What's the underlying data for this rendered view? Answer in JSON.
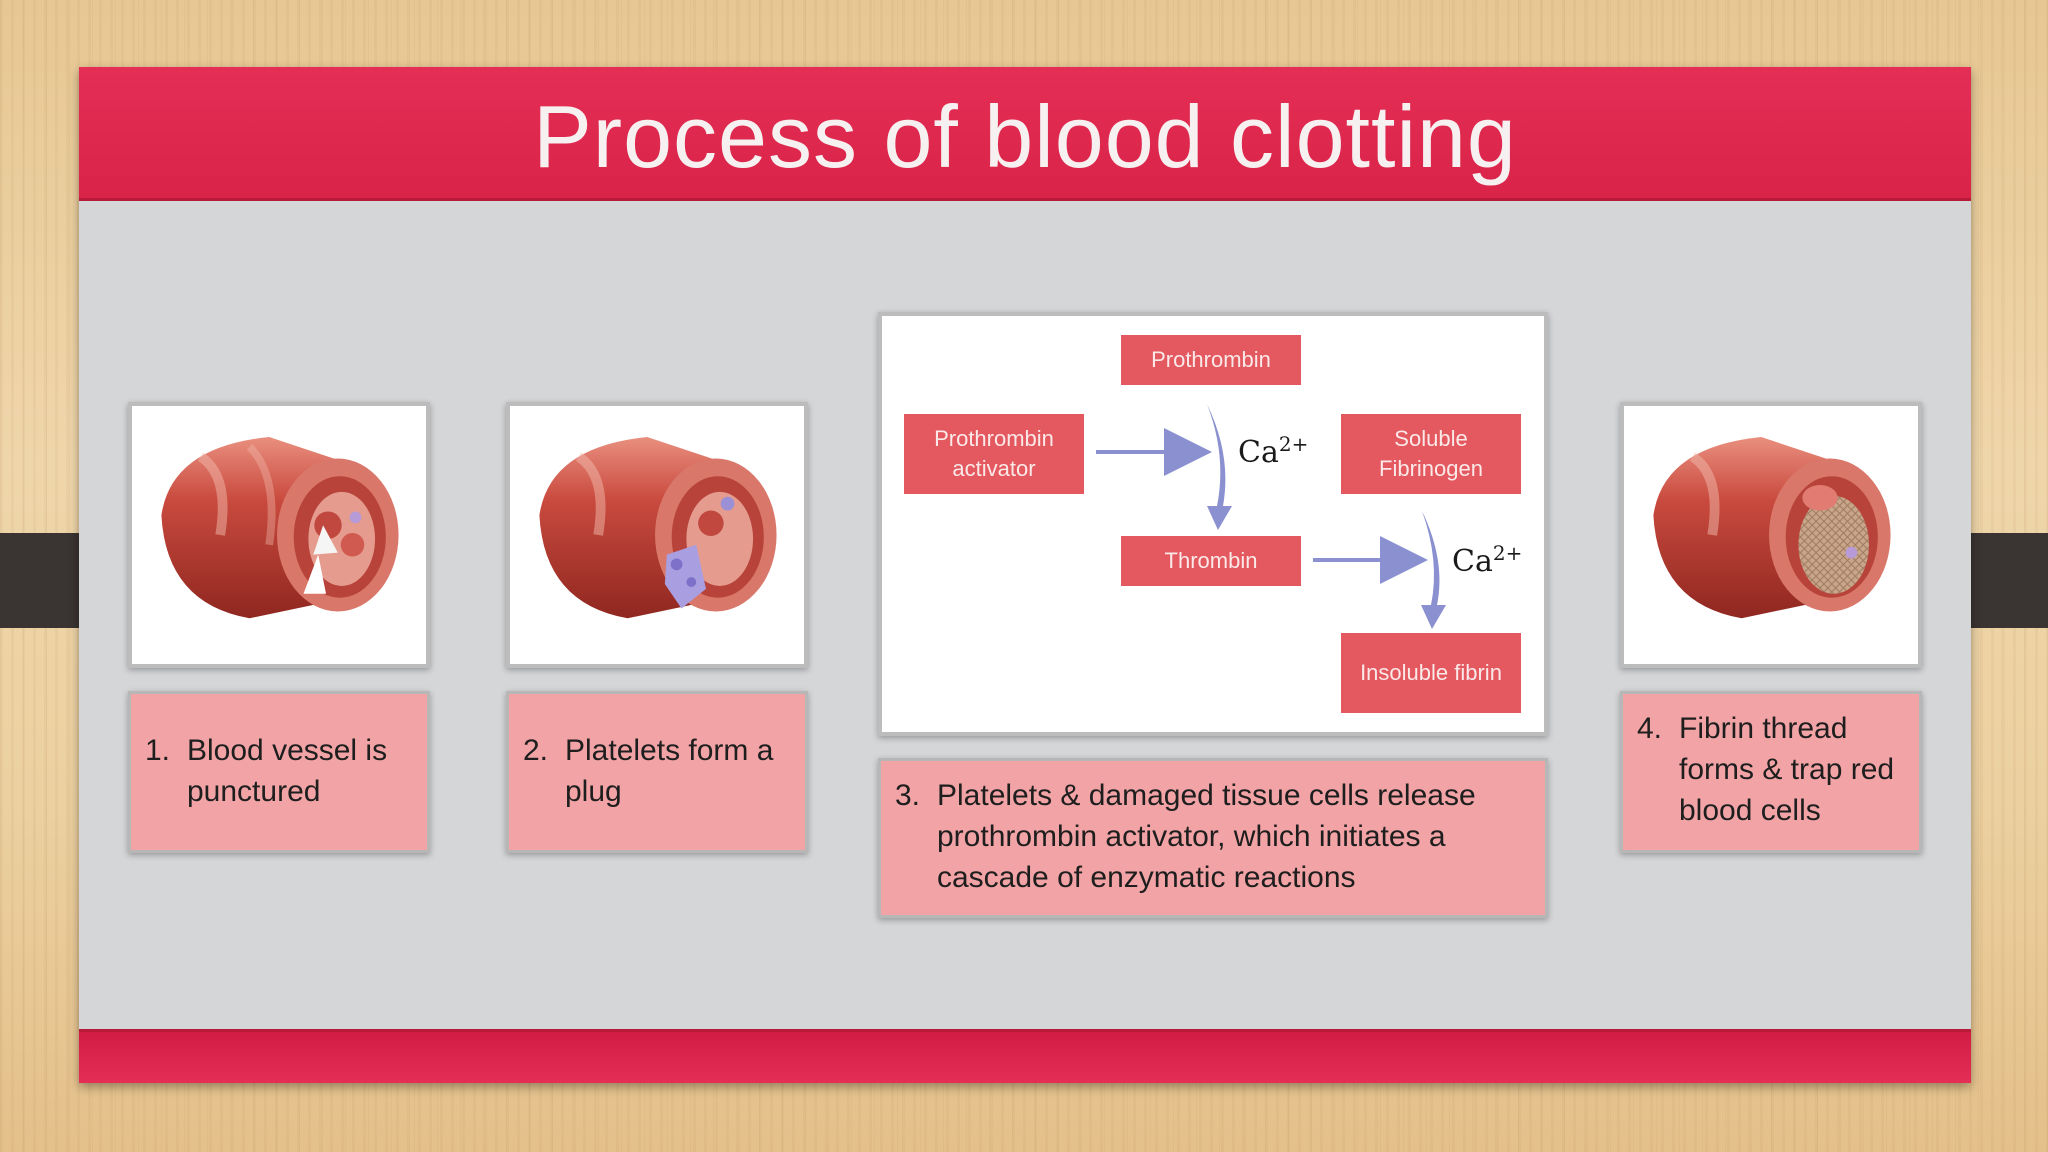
{
  "slide": {
    "title": "Process of blood clotting"
  },
  "steps": [
    {
      "number": "1.",
      "text": "Blood vessel is punctured",
      "image": "punctured-vessel-illustration"
    },
    {
      "number": "2.",
      "text": "Platelets form a plug",
      "image": "platelet-plug-illustration"
    },
    {
      "number": "3.",
      "text": "Platelets & damaged tissue cells release prothrombin activator, which initiates a cascade of enzymatic reactions"
    },
    {
      "number": "4.",
      "text": "Fibrin thread forms & trap red blood cells",
      "image": "fibrin-clot-illustration"
    }
  ],
  "cascade": {
    "prothrombin": "Prothrombin",
    "activator": "Prothrombin activator",
    "soluble_fibrinogen": "Soluble Fibrinogen",
    "thrombin": "Thrombin",
    "insoluble_fibrin": "Insoluble fibrin",
    "cofactor_base": "Ca",
    "cofactor_charge": "2+"
  },
  "colors": {
    "header_red": "#e42e55",
    "caption_pink": "#f1a3a5",
    "box_red": "#e3595f",
    "arrow_blue": "#8a90d0",
    "slide_gray": "#d5d6d8"
  }
}
